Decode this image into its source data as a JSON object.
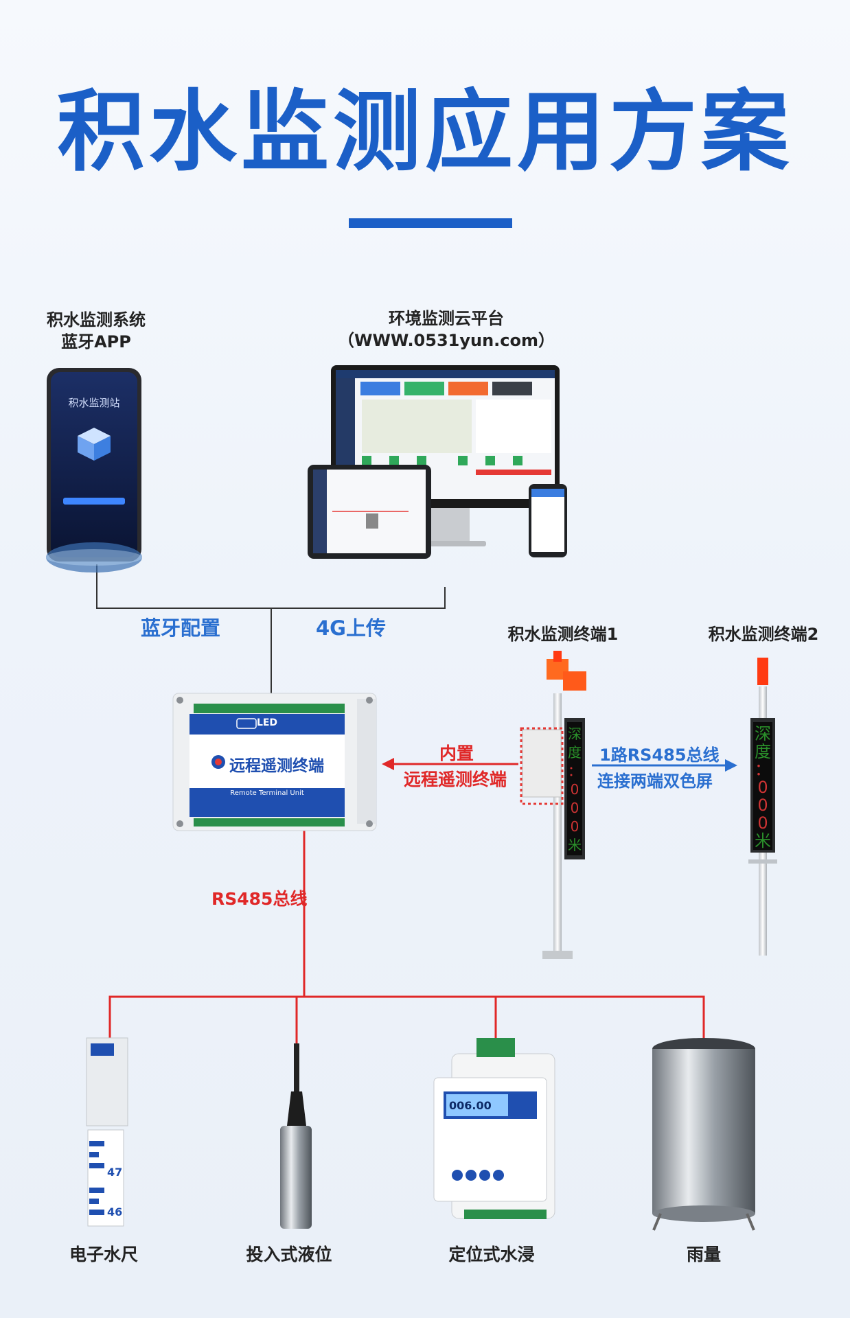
{
  "title": "积水监测应用方案",
  "app": {
    "label_line1": "积水监测系统",
    "label_line2": "蓝牙APP",
    "screen_text": "积水监测站"
  },
  "cloud": {
    "label_line1": "环境监测云平台",
    "label_line2": "（WWW.0531yun.com）"
  },
  "links": {
    "bluetooth": "蓝牙配置",
    "upload": "4G上传",
    "rs485": "RS485总线",
    "builtin_line1": "内置",
    "builtin_line2": "远程遥测终端",
    "dual_line1": "1路RS485总线",
    "dual_line2": "连接两端双色屏"
  },
  "rtu": {
    "brand_text": "远程遥测终端",
    "sub_text": "Remote Terminal Unit",
    "led_text": "LED"
  },
  "terminals": [
    {
      "label": "积水监测终端1",
      "screen_chars": [
        "深",
        "度",
        "：",
        "0",
        "0",
        "0",
        "米"
      ]
    },
    {
      "label": "积水监测终端2",
      "screen_chars": [
        "深",
        "度",
        "：",
        "0",
        "0",
        "0",
        "米"
      ]
    }
  ],
  "sensors": [
    {
      "label": "电子水尺",
      "ruler_marks": [
        "47",
        "46"
      ]
    },
    {
      "label": "投入式液位"
    },
    {
      "label": "定位式水浸",
      "display_value": "006.00"
    },
    {
      "label": "雨量"
    }
  ],
  "colors": {
    "brand_blue": "#1b5fc7",
    "link_blue": "#2a6fd0",
    "bus_red": "#e02828",
    "line_dark": "#333333"
  }
}
